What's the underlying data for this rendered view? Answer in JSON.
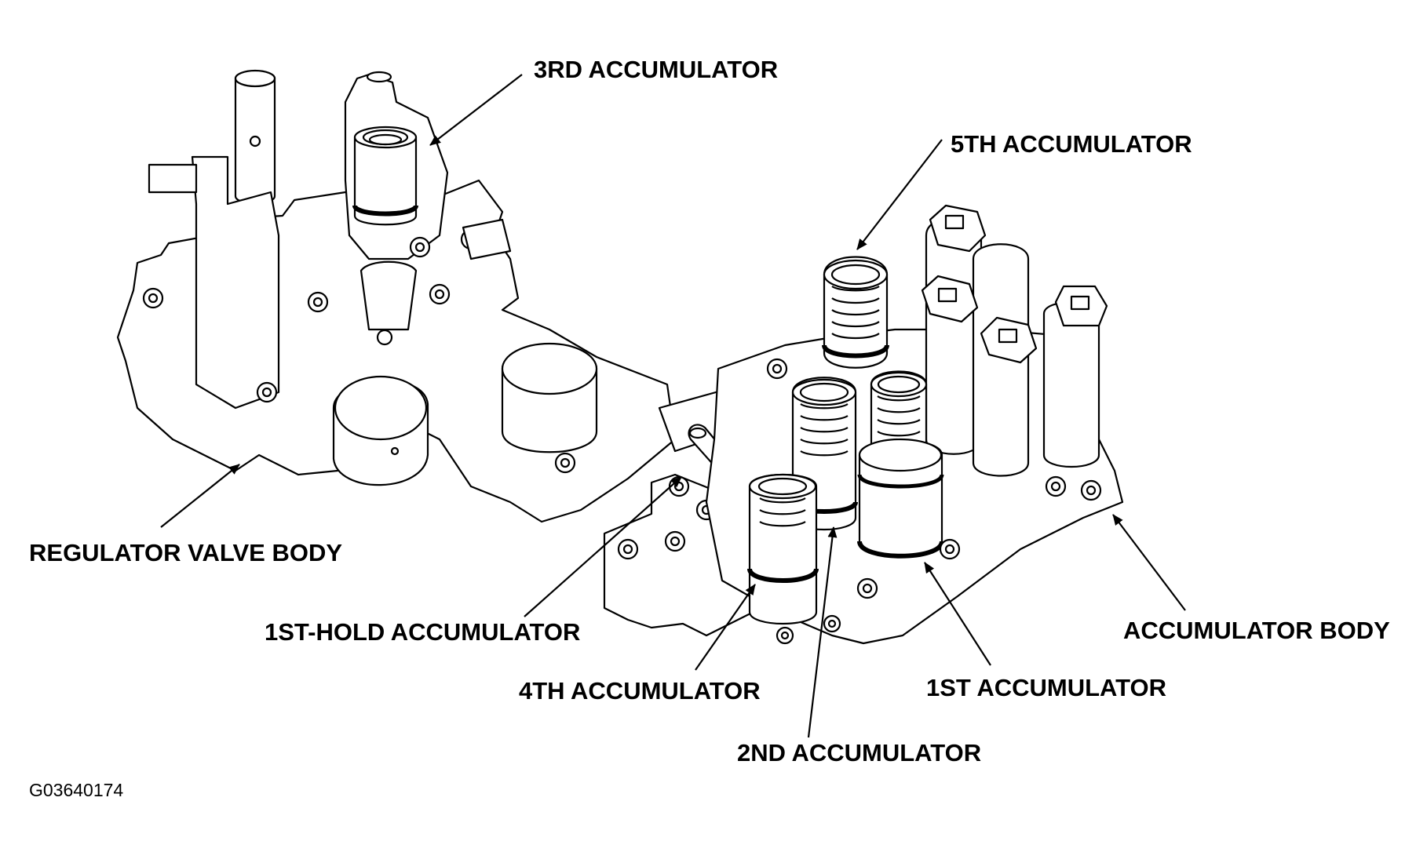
{
  "labels": {
    "accumulator_3rd": "3RD ACCUMULATOR",
    "accumulator_5th": "5TH ACCUMULATOR",
    "regulator_valve_body": "REGULATOR VALVE BODY",
    "accumulator_1st_hold": "1ST-HOLD ACCUMULATOR",
    "accumulator_4th": "4TH ACCUMULATOR",
    "accumulator_2nd": "2ND ACCUMULATOR",
    "accumulator_1st": "1ST ACCUMULATOR",
    "accumulator_body": "ACCUMULATOR BODY"
  },
  "figure_code": "G03640174",
  "colors": {
    "line": "#000000",
    "background": "#ffffff"
  }
}
